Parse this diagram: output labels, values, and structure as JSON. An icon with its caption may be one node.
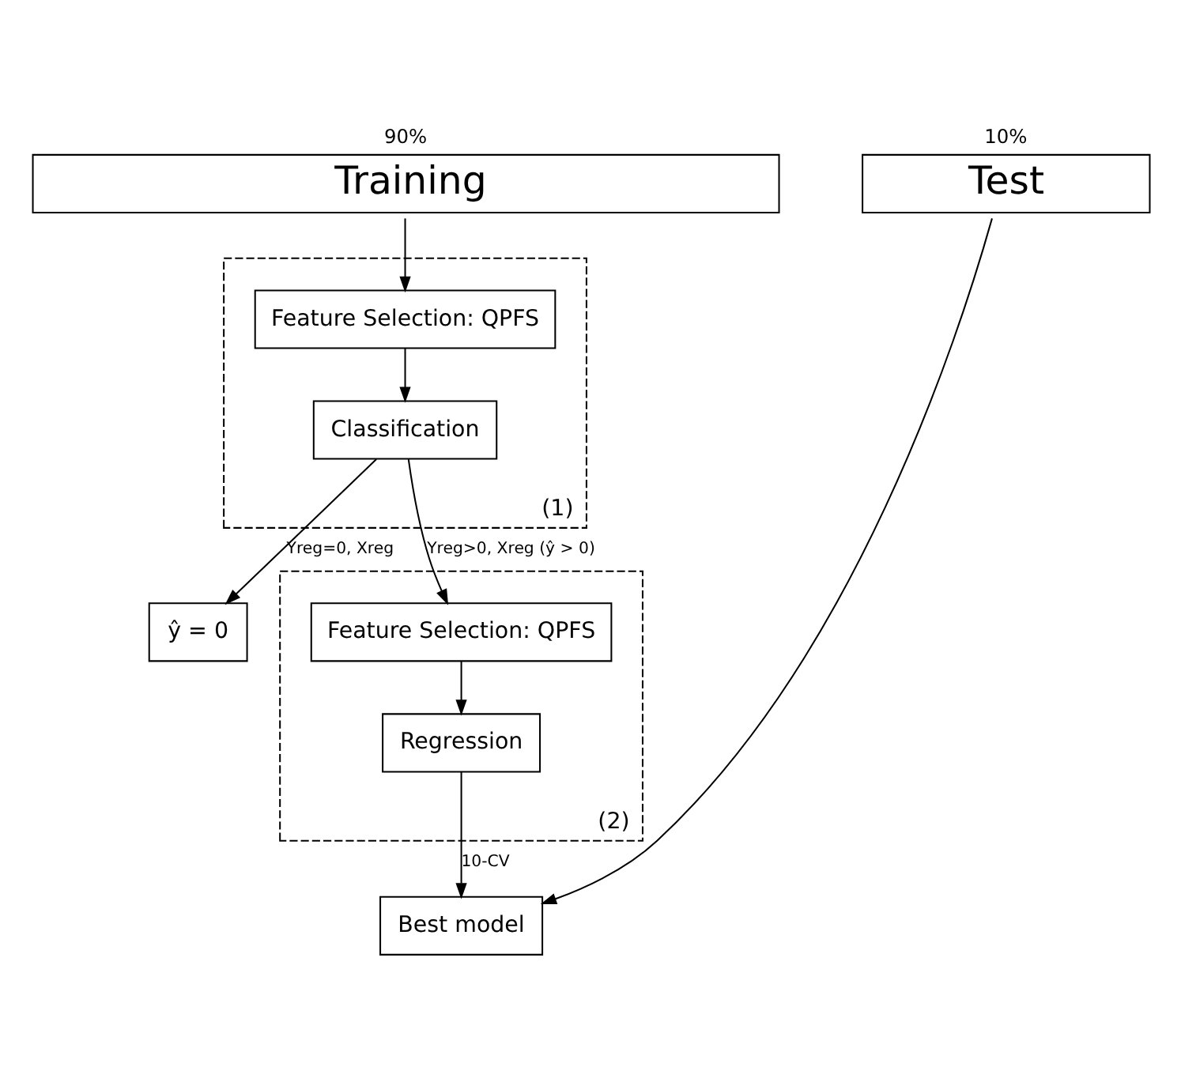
{
  "diagram": {
    "nodes": [
      {
        "text": [
          "Training"
        ],
        "beside": [
          "90%"
        ]
      },
      {
        "text": [
          "Test"
        ],
        "beside": [
          "10%"
        ]
      },
      {
        "text": [
          "(1)"
        ]
      },
      {
        "text": [
          "Feature Selection: QPFS"
        ],
        "in": 2
      },
      {
        "text": [
          "Classification"
        ],
        "in": 2
      },
      {
        "text": [
          "ŷ = 0"
        ]
      },
      {
        "text": [
          "(2)"
        ]
      },
      {
        "text": [
          "Feature Selection: QPFS"
        ],
        "in": 6
      },
      {
        "text": [
          "Regression"
        ],
        "in": 6
      },
      {
        "text": [
          "Best model"
        ]
      }
    ],
    "edges": [
      {
        "from": 0,
        "to": 3,
        "arrow": "to"
      },
      {
        "from": 3,
        "to": 4,
        "arrow": "to"
      },
      {
        "from": 4,
        "to": 5,
        "arrow": "to",
        "label": "Yreg=0, Xreg"
      },
      {
        "from": 4,
        "to": 7,
        "arrow": "to",
        "label": "Yreg>0, Xreg (ŷ > 0)"
      },
      {
        "from": 7,
        "to": 8,
        "arrow": "to"
      },
      {
        "from": 8,
        "to": 9,
        "arrow": "to",
        "label": "10-CV"
      },
      {
        "from": 1,
        "to": 9,
        "arrow": "to"
      }
    ]
  }
}
